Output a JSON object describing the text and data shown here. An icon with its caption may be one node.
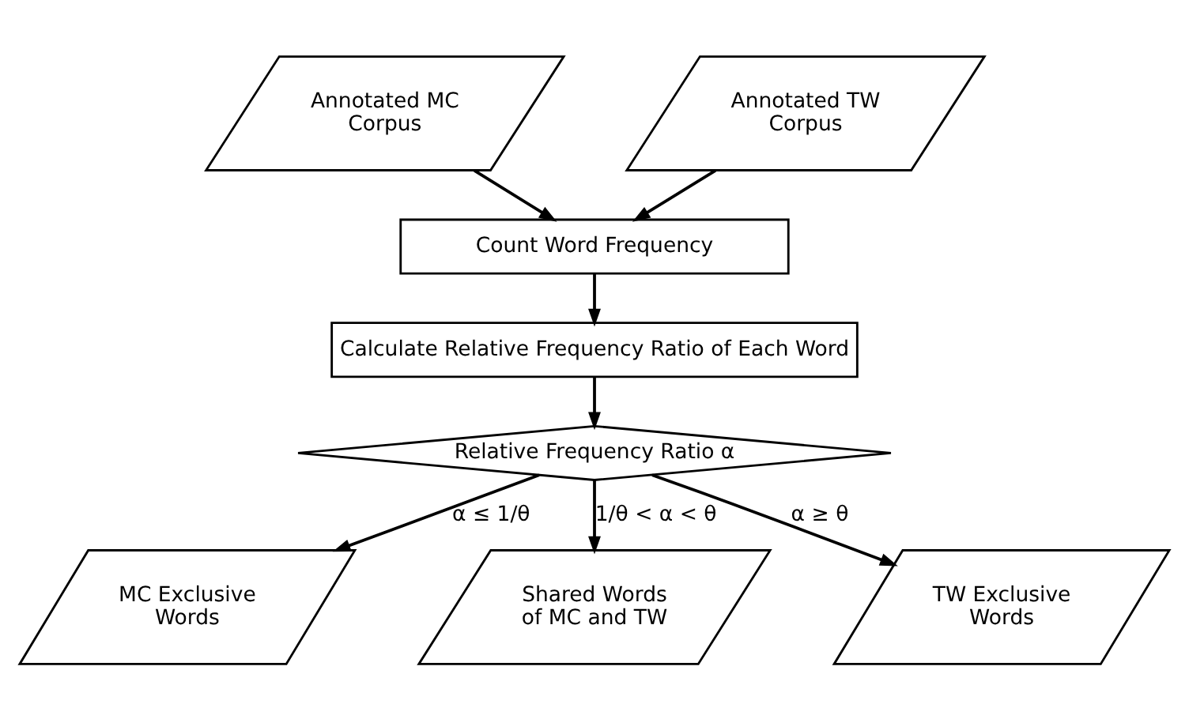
{
  "diagram": {
    "nodes": [
      {
        "text": [
          "Annotated MC Corpus"
        ]
      },
      {
        "text": [
          "Annotated TW Corpus"
        ]
      },
      {
        "text": [
          "Count Word Frequency"
        ]
      },
      {
        "text": [
          "Calculate Relative Frequency Ratio of Each Word"
        ]
      },
      {
        "text": [
          "Relative Frequency Ratio α"
        ]
      },
      {
        "text": [
          "MC Exclusive Words"
        ]
      },
      {
        "text": [
          "Shared Words of MC and TW"
        ]
      },
      {
        "text": [
          "TW Exclusive Words"
        ]
      }
    ],
    "edges": [
      {
        "from": 0,
        "to": 2,
        "arrow": "to"
      },
      {
        "from": 1,
        "to": 2,
        "arrow": "to"
      },
      {
        "from": 2,
        "to": 3,
        "arrow": "to"
      },
      {
        "from": 3,
        "to": 4,
        "arrow": "to"
      },
      {
        "from": 4,
        "to": 5,
        "arrow": "to",
        "label": "α ≤ 1/θ"
      },
      {
        "from": 4,
        "to": 6,
        "arrow": "to",
        "label": "1/θ < α < θ"
      },
      {
        "from": 4,
        "to": 7,
        "arrow": "to",
        "label": "α ≥ θ"
      }
    ]
  }
}
